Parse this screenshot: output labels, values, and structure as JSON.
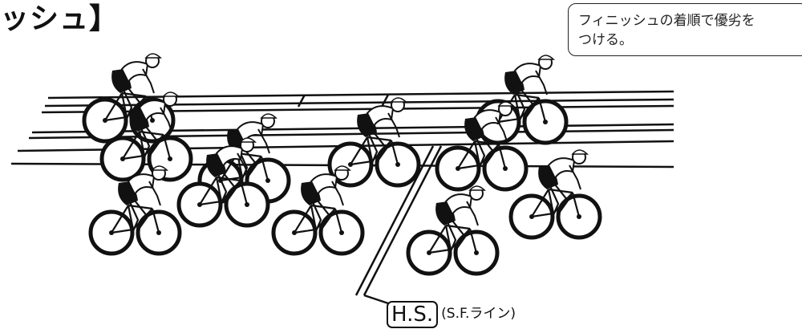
{
  "title": "ッシュ】",
  "note": {
    "line1": "フィニッシュの着順で優劣を",
    "line2": "つける。"
  },
  "finish_line": {
    "label": "H.S.",
    "sublabel": "(S.F.ライン)"
  },
  "icons": [
    "cyclist-icon"
  ]
}
